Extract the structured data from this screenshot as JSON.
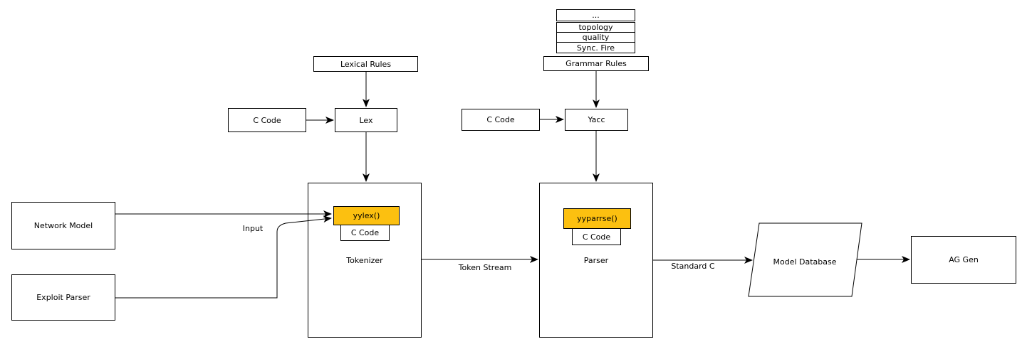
{
  "diagram": {
    "colors": {
      "accent": "#FCC010",
      "line": "#000000",
      "background": "#FFFFFF"
    },
    "stack_rows": [
      "...",
      "topology",
      "quality",
      "Sync. Fire"
    ],
    "nodes": {
      "grammar_rules": "Grammar Rules",
      "lexical_rules": "Lexical Rules",
      "c_code_lex_input": "C Code",
      "lex": "Lex",
      "c_code_yacc_input": "C Code",
      "yacc": "Yacc",
      "network_model": "Network Model",
      "exploit_parser": "Exploit Parser",
      "tokenizer": "Tokenizer",
      "yylex": "yylex()",
      "c_code_tokenizer": "C Code",
      "parser": "Parser",
      "yyparrse": "yyparrse()",
      "c_code_parser": "C Code",
      "model_database": "Model Database",
      "ag_gen": "AG Gen"
    },
    "edge_labels": {
      "input": "Input",
      "token_stream": "Token Stream",
      "standard_c": "Standard C"
    }
  }
}
